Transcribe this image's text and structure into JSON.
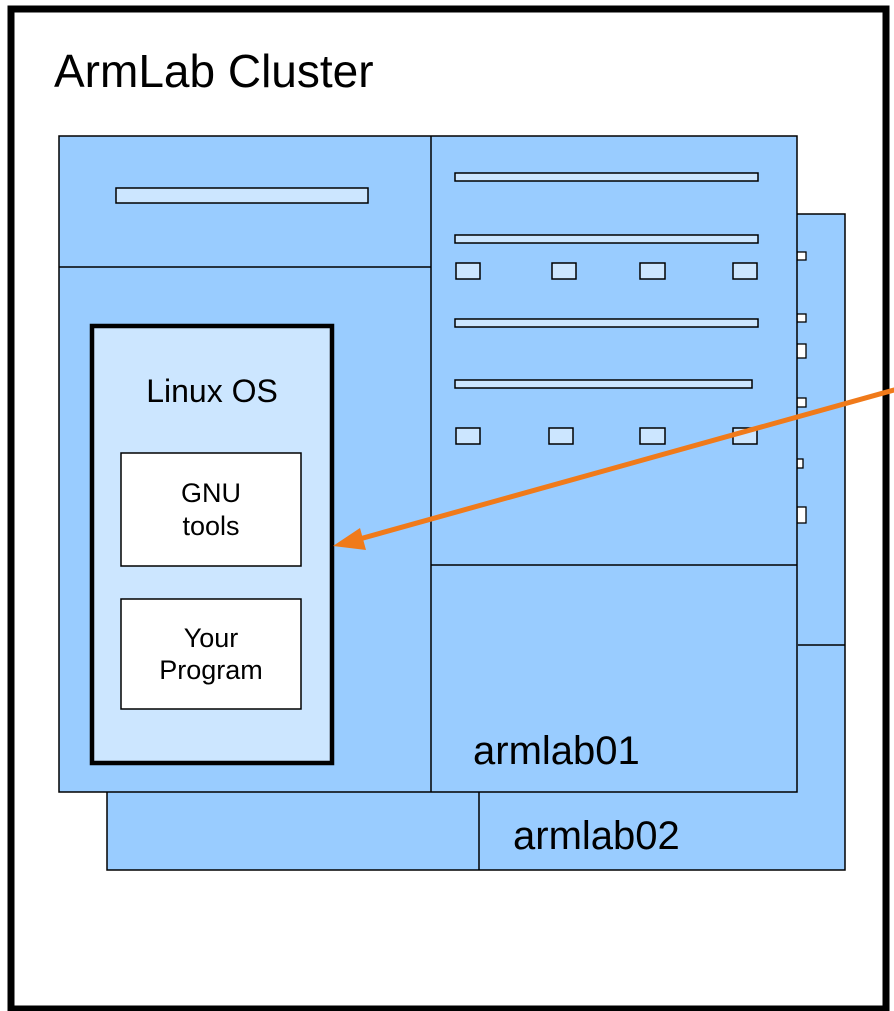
{
  "diagram": {
    "title": "ArmLab Cluster",
    "os_label": "Linux OS",
    "gnu_tools": [
      "GNU",
      "tools"
    ],
    "your_program": [
      "Your",
      "Program"
    ],
    "machines": [
      "armlab01",
      "armlab02"
    ],
    "colors": {
      "frame": "#000000",
      "server_fill": "#99ccff",
      "os_fill": "#cce6ff",
      "box_fill": "#ffffff",
      "arrow": "#f07a1a"
    }
  }
}
